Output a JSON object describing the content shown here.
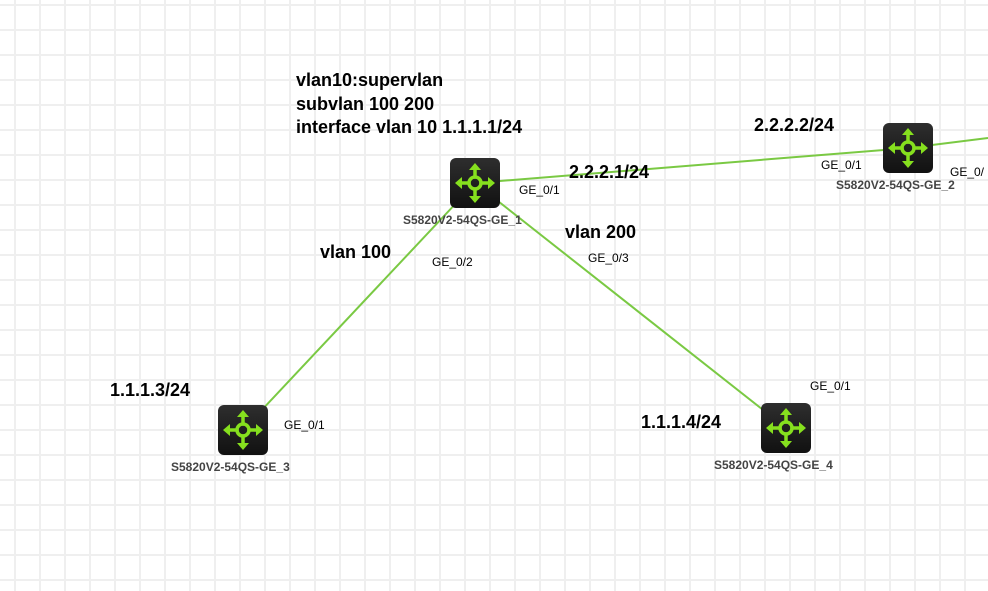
{
  "annotations": {
    "supervlan_line1": "vlan10:supervlan",
    "supervlan_line2": "subvlan  100 200",
    "supervlan_line3": "interface vlan 10 1.1.1.1/24",
    "ip_ge1_link": "2.2.2.1/24",
    "ip_ge2": "2.2.2.2/24",
    "vlan100": "vlan 100",
    "vlan200": "vlan 200",
    "ip_ge3": "1.1.1.3/24",
    "ip_ge4": "1.1.1.4/24"
  },
  "devices": {
    "ge1": {
      "name": "S5820V2-54QS-GE_1"
    },
    "ge2": {
      "name": "S5820V2-54QS-GE_2"
    },
    "ge3": {
      "name": "S5820V2-54QS-GE_3"
    },
    "ge4": {
      "name": "S5820V2-54QS-GE_4"
    }
  },
  "ports": {
    "ge1_p1": "GE_0/1",
    "ge1_p2": "GE_0/2",
    "ge1_p3": "GE_0/3",
    "ge2_p1": "GE_0/1",
    "ge2_p2": "GE_0/",
    "ge3_p1": "GE_0/1",
    "ge4_p1": "GE_0/1"
  },
  "colors": {
    "link": "#7ac943",
    "icon": "#86e01e"
  }
}
